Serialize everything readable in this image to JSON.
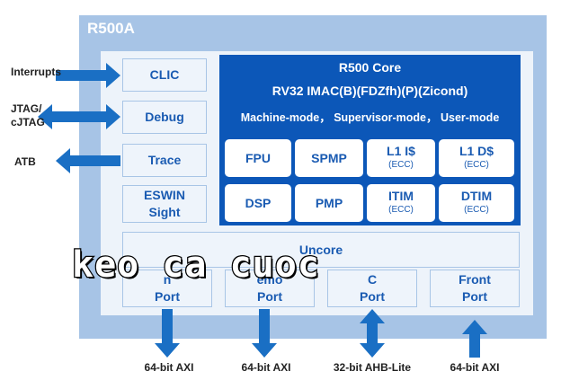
{
  "soc": {
    "title": "R500A"
  },
  "left_blocks": {
    "clic": "CLIC",
    "debug": "Debug",
    "trace": "Trace",
    "eswin_line1": "ESWIN",
    "eswin_line2": "Sight"
  },
  "signals": {
    "interrupts": "Interrupts",
    "jtag_line1": "JTAG/",
    "jtag_line2": "cJTAG",
    "atb": "ATB"
  },
  "core": {
    "title": "R500 Core",
    "isa": "RV32 IMAC(B)(FDZfh)(P)(Zicond)",
    "modes": "Machine-mode， Supervisor-mode， User-mode",
    "units": {
      "fpu": "FPU",
      "spmp": "SPMP",
      "l1i": "L1 I$",
      "l1i_sub": "(ECC)",
      "l1d": "L1 D$",
      "l1d_sub": "(ECC)",
      "dsp": "DSP",
      "pmp": "PMP",
      "itim": "ITIM",
      "itim_sub": "(ECC)",
      "dtim": "DTIM",
      "dtim_sub": "(ECC)"
    }
  },
  "uncore": {
    "label": "Uncore"
  },
  "ports": {
    "p1_line1": "n",
    "p1_line2": "Port",
    "p2_line1": "emo",
    "p2_line2": "Port",
    "p3_line1": "C",
    "p3_line2": "Port",
    "p4_line1": "Front",
    "p4_line2": "Port"
  },
  "buses": {
    "b1": "64-bit AXI",
    "b2": "64-bit AXI",
    "b3": "32-bit AHB-Lite",
    "b4": "64-bit AXI"
  },
  "overlay_text": "keo ca cuoc",
  "colors": {
    "soc_bg": "#a7c4e6",
    "core_bg": "#0c57b8",
    "block_text": "#1a5bb2",
    "arrow": "#1a6fc4"
  }
}
